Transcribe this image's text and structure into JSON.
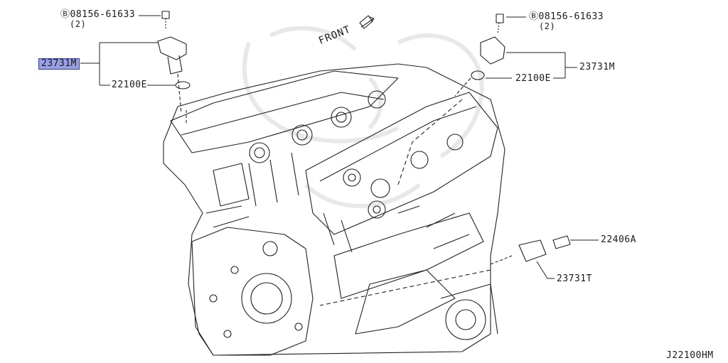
{
  "diagram": {
    "front_label": "FRONT",
    "figure_code": "J22100HM",
    "callouts": [
      {
        "id": "bolt-left",
        "part": "Ⓑ08156-61633",
        "qty": "(2)"
      },
      {
        "id": "sensor-left",
        "part": "23731M",
        "highlighted": true
      },
      {
        "id": "oring-left",
        "part": "22100E"
      },
      {
        "id": "bolt-right",
        "part": "Ⓑ08156-61633",
        "qty": "(2)"
      },
      {
        "id": "sensor-right",
        "part": "23731M"
      },
      {
        "id": "oring-right",
        "part": "22100E"
      },
      {
        "id": "bolt-crank",
        "part": "22406A"
      },
      {
        "id": "sensor-crank",
        "part": "23731T"
      }
    ],
    "highlight_color": "#9aa0e8"
  }
}
